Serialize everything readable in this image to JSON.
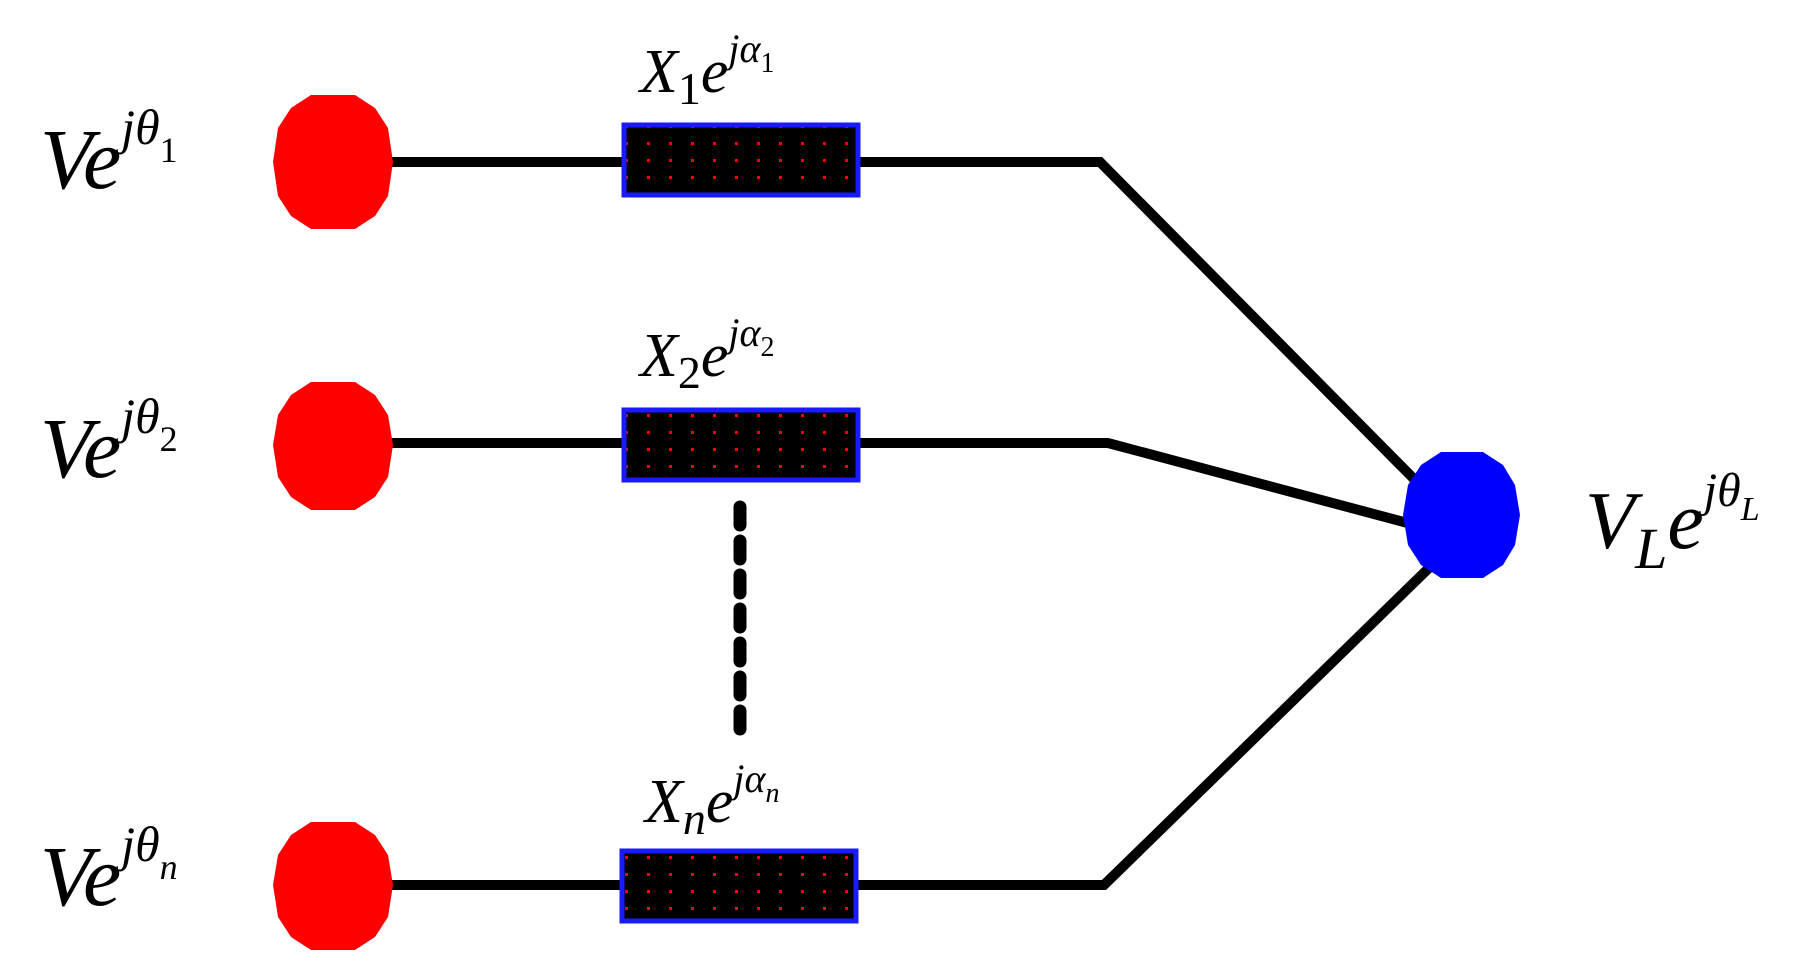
{
  "colors": {
    "source_node": "#ff0000",
    "load_node": "#0000ff",
    "line": "#000000",
    "impedance_fill": "#000000",
    "impedance_border": "#1a1aff",
    "impedance_dots": "#ff0000"
  },
  "sources": [
    {
      "base": "V",
      "exp": "e",
      "sup_main": "jθ",
      "sup_sub": "1"
    },
    {
      "base": "V",
      "exp": "e",
      "sup_main": "jθ",
      "sup_sub": "2"
    },
    {
      "base": "V",
      "exp": "e",
      "sup_main": "jθ",
      "sup_sub": "n"
    }
  ],
  "impedances": [
    {
      "base": "X",
      "sub": "1",
      "exp": "e",
      "sup_main": "jα",
      "sup_sub": "1"
    },
    {
      "base": "X",
      "sub": "2",
      "exp": "e",
      "sup_main": "jα",
      "sup_sub": "2"
    },
    {
      "base": "X",
      "sub": "n",
      "exp": "e",
      "sup_main": "jα",
      "sup_sub": "n"
    }
  ],
  "load": {
    "base": "V",
    "sub": "L",
    "exp": "e",
    "sup_main": "jθ",
    "sup_sub": "L"
  }
}
